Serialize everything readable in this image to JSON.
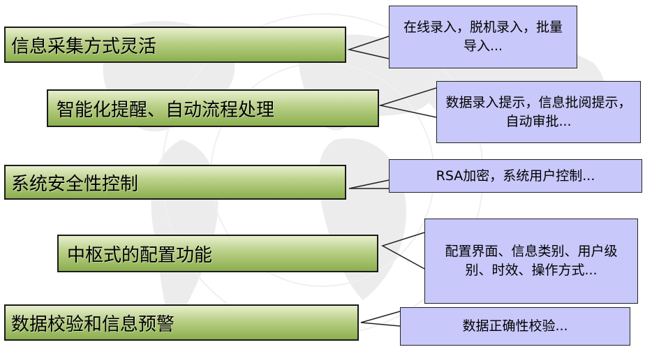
{
  "features": [
    {
      "label": "信息采集方式灵活",
      "note": "在线录入，脱机录入，批量导入..."
    },
    {
      "label": "智能化提醒、自动流程处理",
      "note": "数据录入提示，信息批阅提示，自动审批..."
    },
    {
      "label": "系统安全性控制",
      "note": "RSA加密，系统用户控制..."
    },
    {
      "label": "中枢式的配置功能",
      "note": "配置界面、信息类别、用户级别、时效、操作方式..."
    },
    {
      "label": "数据校验和信息预警",
      "note": "数据正确性校验..."
    }
  ],
  "colors": {
    "feature_gradient_top": "#e7efce",
    "feature_gradient_bottom": "#8caf4e",
    "callout_fill": "#c8c8fa",
    "border": "#1a1a1a"
  }
}
